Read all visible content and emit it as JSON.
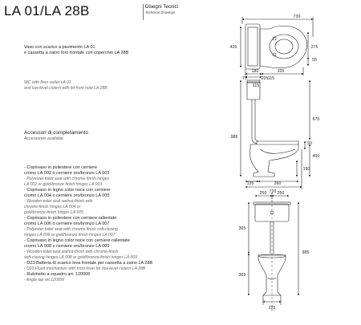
{
  "header": {
    "title": "LA 01/LA 28B",
    "section_it": "Disegni Tecnici",
    "section_en": "Technical Drawings"
  },
  "description": {
    "it": [
      "Vaso con scarico a pavimento LA 01",
      "e cassetta a zaino foro frontale con coperchio LA 28B"
    ],
    "en": [
      "WC with floor outlet LA 01",
      "and low-level cistern with lid front hole LA 28B"
    ]
  },
  "accessories": {
    "title_it": "Accessori di completamento",
    "title_en": "Accessories available",
    "items": [
      {
        "it": [
          "- Coprivaso in poliestere con cerniere",
          "cromo LA 002 o cerniere oro/bronzo LA 003"
        ],
        "en": [
          "- Polyester toilet seat with chrome finish hinges",
          "LA 002 or gold/bronze finish hinges LA 003"
        ]
      },
      {
        "it": [
          "- Coprivaso in legno color noce con cerniere",
          "cromo LA 004 o cerniere oro/bronzo LA 005"
        ],
        "en": [
          "- Wooden toilet seat walnut-finish with",
          "chrome-finish hinges LA 004 or",
          "gold/bronze-finish hinges LA 005"
        ]
      },
      {
        "it": [
          "- Coprivaso in poliestere con cerniere rallentate",
          "cromo LA 006 o cerniere oro/bronzo LA 007"
        ],
        "en": [
          "- Polyester toilet seat with chrome finish soft-closing",
          "hinges LA 006 or gold/bronze finish hinges LA 007"
        ]
      },
      {
        "it": [
          "- Coprivaso in legno color noce con cerniere rallentate",
          "cromo LA 008 o cerniere oro/bronzo LA 009"
        ],
        "en": [
          "- Wooden toilet seat walnut-finish with chrome-finish",
          "soft-closing hinges LA 008 or gold/bronze-finish hinges LA 009"
        ]
      },
      {
        "it": [
          "- D23 Batteria di scarico leva frontale per cassetta a zaino LA 28B"
        ],
        "en": [
          "- D23 Flush mechanism with front lever for low-level cistern LA 28B"
        ]
      },
      {
        "it": [
          "- Rubinetto a squadro art. 120006"
        ],
        "en": [
          "- Angle tap art.120006"
        ]
      }
    ]
  },
  "dimensions": {
    "top_view": {
      "overall_width": "730",
      "depth": "420",
      "seat_rear": "275",
      "seat_front": "55",
      "offset_left": "180",
      "offset_right": "335",
      "rear": "75",
      "outlet": "115"
    },
    "side_view": {
      "top_a": "205",
      "top_b": "115",
      "cistern_height": "675",
      "overall_height": "986",
      "pipe": "50",
      "seat_height": "400",
      "outlet_height": "190",
      "base_a": "135",
      "base_b": "260",
      "depth_total": "720"
    },
    "front_view": {
      "top_a": "250",
      "top_b": "250",
      "cistern_front": "365",
      "mid_front": "365",
      "overall_height": "985",
      "base_width": "225"
    }
  }
}
